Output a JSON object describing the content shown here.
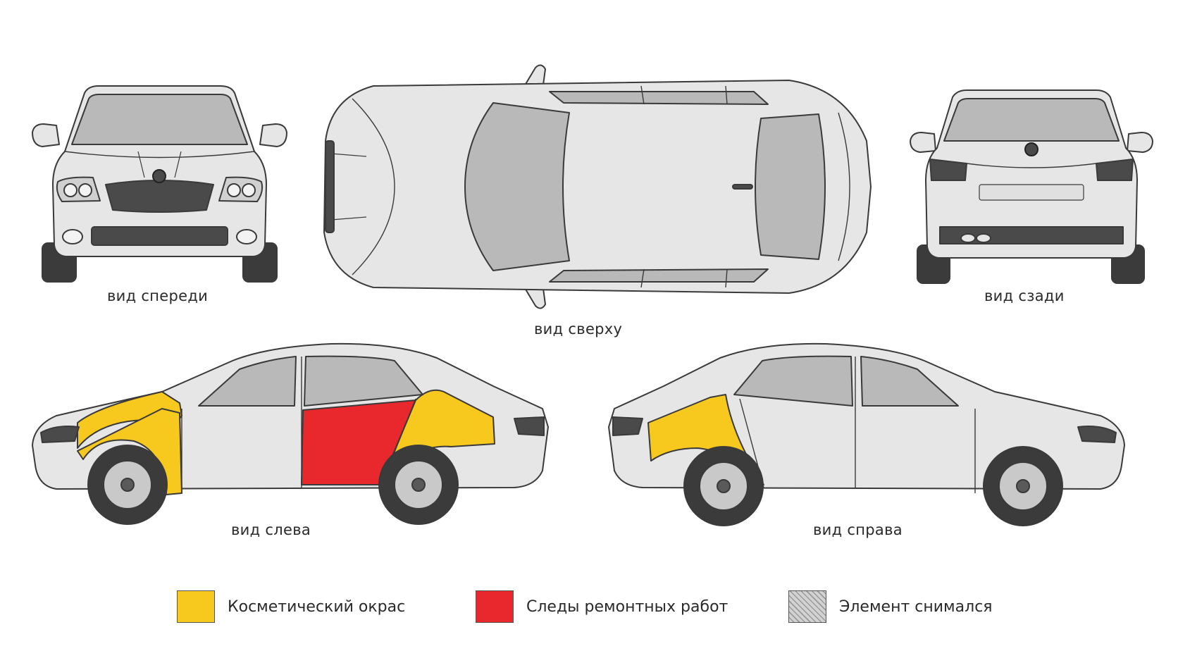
{
  "views": {
    "front": "вид спереди",
    "top": "вид сверху",
    "rear": "вид сзади",
    "left": "вид слева",
    "right": "вид справа"
  },
  "legend": [
    {
      "label": "Косметический окрас",
      "color": "#F7C81E"
    },
    {
      "label": "Следы ремонтных работ",
      "color": "#E8282C"
    },
    {
      "label": "Элемент снимался",
      "color": "#D2D2D2"
    }
  ],
  "colors": {
    "body": "#E6E6E6",
    "glass": "#B9B9B9",
    "outline": "#3A3A3A",
    "dark": "#3B3B3B",
    "cosmetic": "#F7C81E",
    "repair": "#E8282C"
  }
}
